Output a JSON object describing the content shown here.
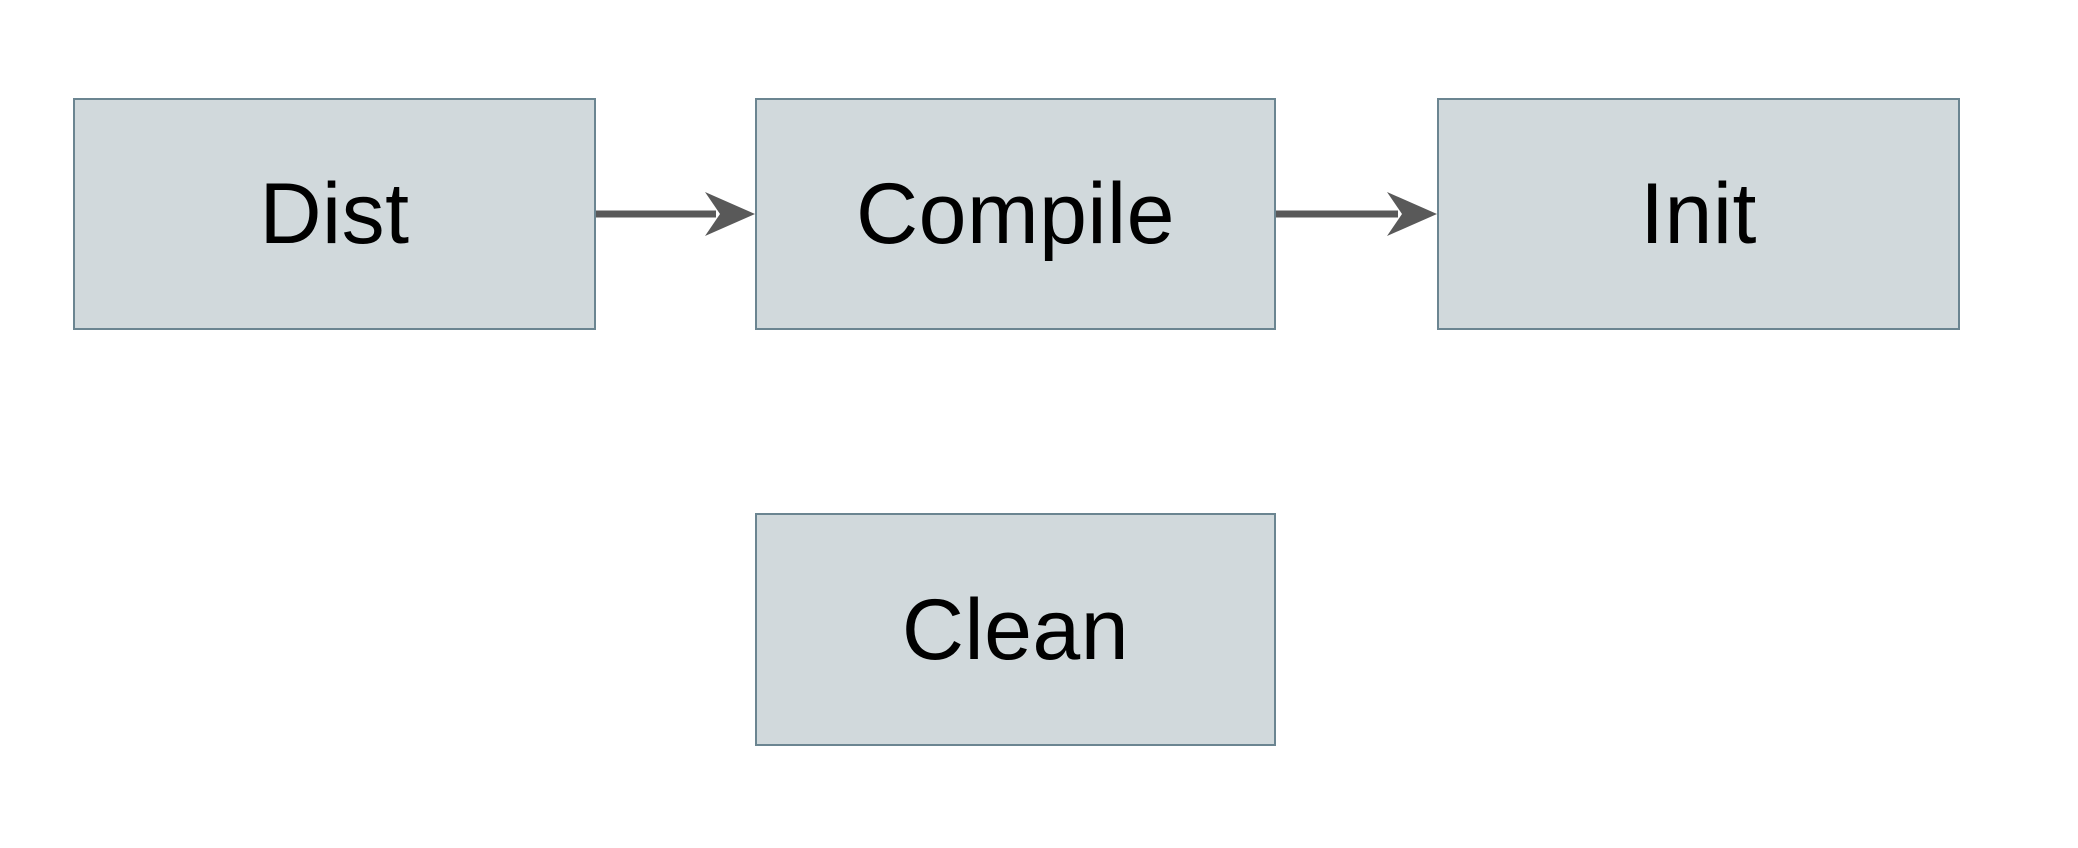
{
  "diagram": {
    "nodes": [
      {
        "id": "dist",
        "label": "Dist"
      },
      {
        "id": "compile",
        "label": "Compile"
      },
      {
        "id": "init",
        "label": "Init"
      },
      {
        "id": "clean",
        "label": "Clean"
      }
    ],
    "edges": [
      {
        "from": "Dist",
        "to": "Compile",
        "direction": "right"
      },
      {
        "from": "Compile",
        "to": "Init",
        "direction": "right"
      }
    ]
  },
  "colors": {
    "canvas_bg": "#ffffff",
    "node_fill": "#d1d9dc",
    "node_border": "#6b8591",
    "label_text": "#000000",
    "arrow": "#595959"
  }
}
